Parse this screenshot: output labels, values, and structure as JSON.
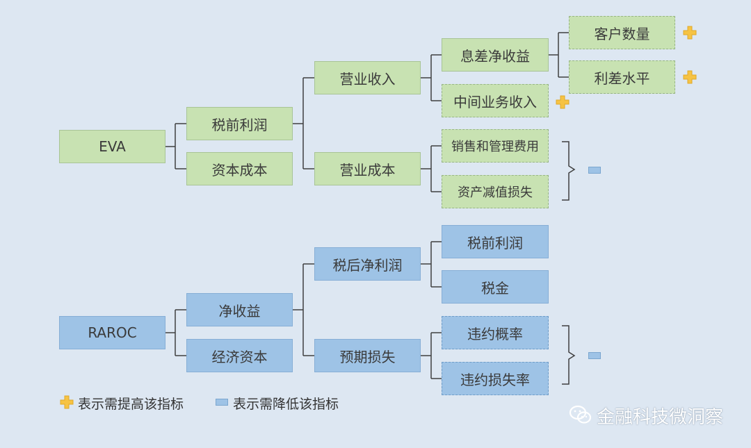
{
  "eva": {
    "root": "EVA",
    "l1": [
      "税前利润",
      "资本成本"
    ],
    "l2": [
      "营业收入",
      "营业成本"
    ],
    "l3": [
      "息差净收益",
      "中间业务收入",
      "销售和管理费用",
      "资产减值损失"
    ],
    "l4": [
      "客户数量",
      "利差水平"
    ]
  },
  "raroc": {
    "root": "RAROC",
    "l1": [
      "净收益",
      "经济资本"
    ],
    "l2": [
      "税后净利润",
      "预期损失"
    ],
    "l3": [
      "税前利润",
      "税金",
      "违约概率",
      "违约损失率"
    ]
  },
  "legend": {
    "increase": "表示需提高该指标",
    "decrease": "表示需降低该指标"
  },
  "watermark": "金融科技微洞察",
  "icons": {
    "increase": "plus-icon",
    "decrease": "minus-icon",
    "watermark": "wechat-icon"
  },
  "colors": {
    "background": "#dde7f2",
    "green": "#c8e2b2",
    "blue": "#9ec3e6",
    "plus": "#f6c343"
  }
}
